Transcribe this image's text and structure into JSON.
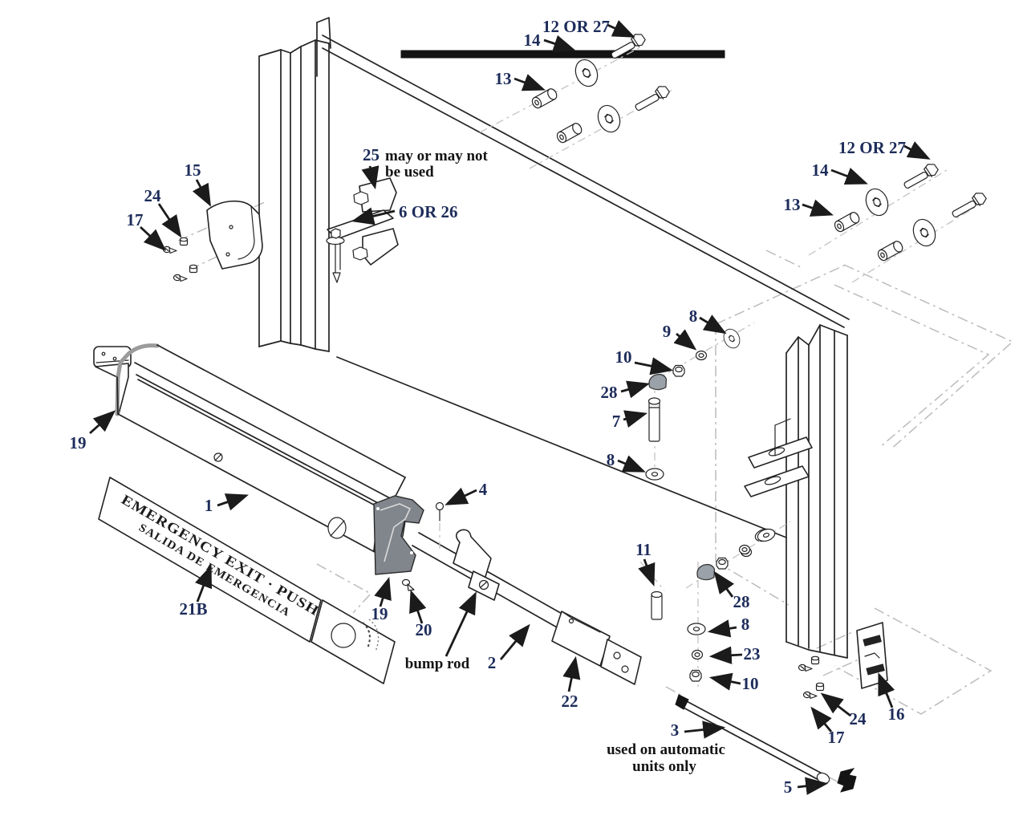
{
  "diagram": {
    "kind": "exploded-parts-diagram",
    "decal": {
      "line1": "EMERGENCY EXIT · PUSH",
      "line2": "SALIDA DE EMERGENCIA"
    },
    "colors": {
      "callout_number": "#1d2c5a",
      "callout_text": "#141414",
      "line": "#232323",
      "hidden_line": "#bcbcbc",
      "shaded_part": "#81868c",
      "cap_part": "#9aa1a9"
    },
    "labels": {
      "t12or27_top": "12 OR 27",
      "t14_top": "14",
      "t13_top": "13",
      "t12or27_right": "12 OR 27",
      "t14_right": "14",
      "t13_right": "13",
      "t25": "25",
      "t25_note1": "may or may not",
      "t25_note2": "be used",
      "t6or26": "6 OR 26",
      "t15": "15",
      "t24_left": "24",
      "t17_left": "17",
      "t8_upper": "8",
      "t9": "9",
      "t10_upper": "10",
      "t28_upper": "28",
      "t7": "7",
      "t8_mid": "8",
      "t19_left": "19",
      "t1": "1",
      "t21b": "21B",
      "t4": "4",
      "t19_cam": "19",
      "t20": "20",
      "tbumprod": "bump rod",
      "t2": "2",
      "t22": "22",
      "t11": "11",
      "t28_lower": "28",
      "t8_lower": "8",
      "t23": "23",
      "t10_lower": "10",
      "t3": "3",
      "t3_note1": "used on automatic",
      "t3_note2": "units only",
      "t5": "5",
      "t17_right": "17",
      "t24_right": "24",
      "t16": "16"
    }
  }
}
